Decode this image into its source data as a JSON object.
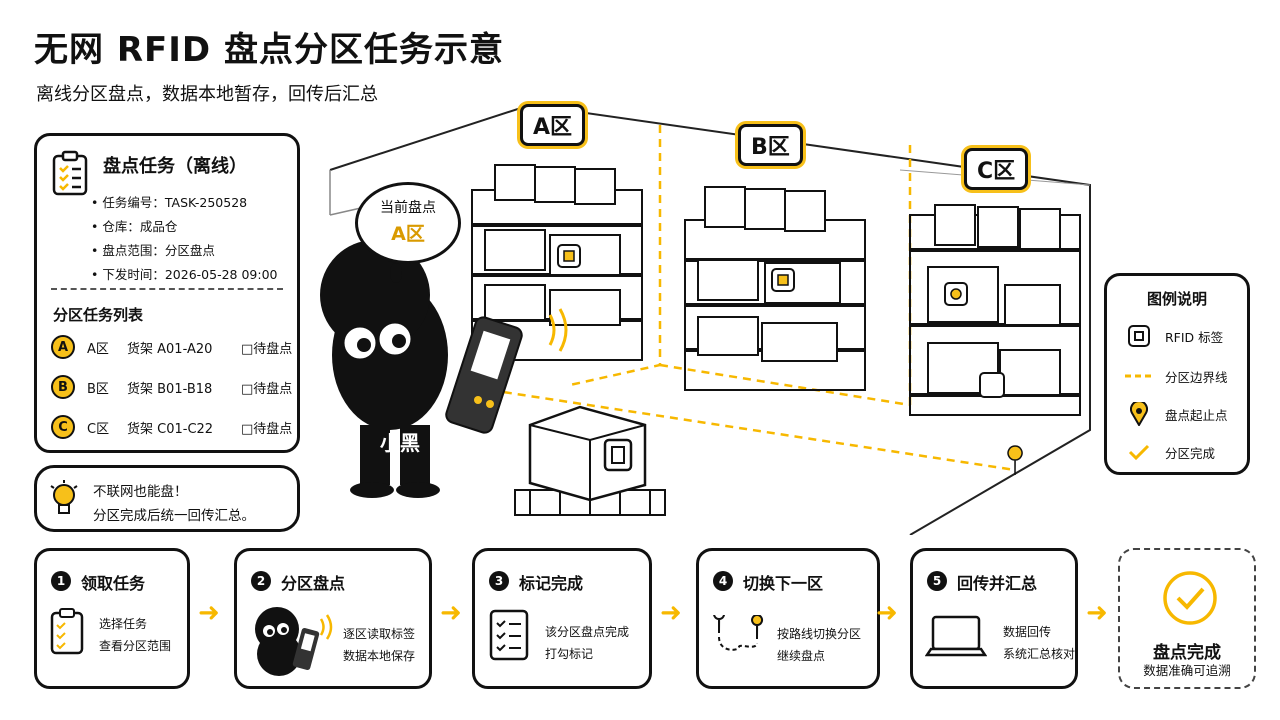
{
  "title": "无网 RFID 盘点分区任务示意",
  "subtitle": "离线分区盘点，数据本地暂存，回传后汇总",
  "task_panel": {
    "heading": "盘点任务（离线）",
    "lines": [
      "• 任务编号：TASK-250528",
      "• 仓库：成品仓",
      "• 盘点范围：分区盘点",
      "• 下发时间：2026-05-28 09:00"
    ],
    "zone_list_title": "分区任务列表",
    "zones": [
      {
        "pin": "A",
        "name": "A区",
        "shelves": "货架 A01-A20",
        "status": "□待盘点"
      },
      {
        "pin": "B",
        "name": "B区",
        "shelves": "货架 B01-B18",
        "status": "□待盘点"
      },
      {
        "pin": "C",
        "name": "C区",
        "shelves": "货架 C01-C22",
        "status": "□待盘点"
      }
    ]
  },
  "tip": {
    "line1": "不联网也能盘！",
    "line2": "分区完成后统一回传汇总。"
  },
  "bubble": {
    "line1": "当前盘点",
    "line2": "A区"
  },
  "character_label": "小黑",
  "warehouse_zones": [
    "A区",
    "B区",
    "C区"
  ],
  "legend": {
    "title": "图例说明",
    "items": [
      {
        "icon": "rfid-tag-icon",
        "label": "RFID 标签"
      },
      {
        "icon": "dashed-line-icon",
        "label": "分区边界线"
      },
      {
        "icon": "location-pin-icon",
        "label": "盘点起止点"
      },
      {
        "icon": "check-icon",
        "label": "分区完成"
      }
    ]
  },
  "steps": [
    {
      "num": "1",
      "title": "领取任务",
      "desc1": "选择任务",
      "desc2": "查看分区范围",
      "icon": "clipboard-icon"
    },
    {
      "num": "2",
      "title": "分区盘点",
      "desc1": "逐区读取标签",
      "desc2": "数据本地保存",
      "icon": "character-scanner-icon"
    },
    {
      "num": "3",
      "title": "标记完成",
      "desc1": "该分区盘点完成",
      "desc2": "打勾标记",
      "icon": "checklist-icon"
    },
    {
      "num": "4",
      "title": "切换下一区",
      "desc1": "按路线切换分区",
      "desc2": "继续盘点",
      "icon": "route-icon"
    },
    {
      "num": "5",
      "title": "回传并汇总",
      "desc1": "数据回传",
      "desc2": "系统汇总核对",
      "icon": "laptop-icon"
    }
  ],
  "final": {
    "title": "盘点完成",
    "desc": "数据准确可追溯"
  },
  "colors": {
    "accent": "#f7c01a",
    "ink": "#111111"
  }
}
